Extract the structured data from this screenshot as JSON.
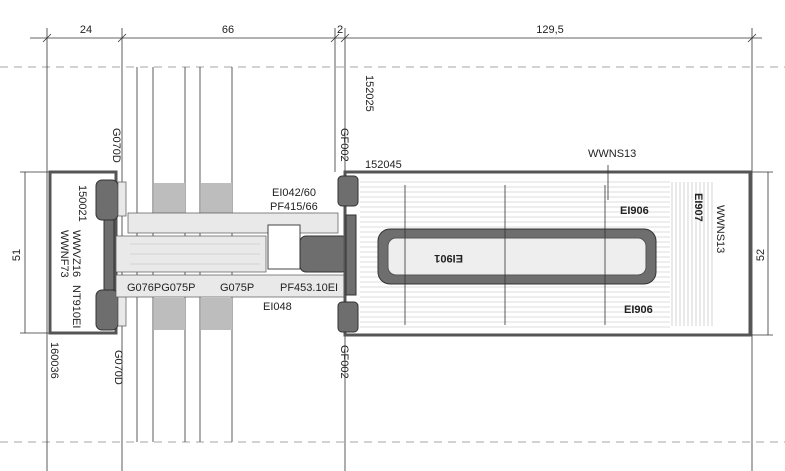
{
  "dimensions": {
    "d1": "24",
    "d2": "66",
    "d3": "2",
    "d4": "129,5",
    "height_left": "51",
    "height_right": "52"
  },
  "labels": {
    "l152025": "152025",
    "lGF002_top": "GF002",
    "l152045": "152045",
    "lWWNS13_top": "WWNS13",
    "lG070D_top": "G070D",
    "l150021": "150021",
    "lWWVZ16": "WWVZ16",
    "lWWNF73": "WWNF73",
    "lNT910EI": "NT910EI",
    "l160036": "160036",
    "lG070D_bot": "G070D",
    "lEI042": "EI042/60",
    "lPF415": "PF415/66",
    "lG076P": "G076PG075P",
    "lG075P": "G075P",
    "lPF453": "PF453.10EI",
    "lEI048": "EI048",
    "lGF002_bot": "GF002",
    "lEI906_top": "EI906",
    "lEI906_bot": "EI906",
    "lEI907": "EI907",
    "lEI901": "EI901",
    "lWWNS13_right": "WWNS13"
  }
}
